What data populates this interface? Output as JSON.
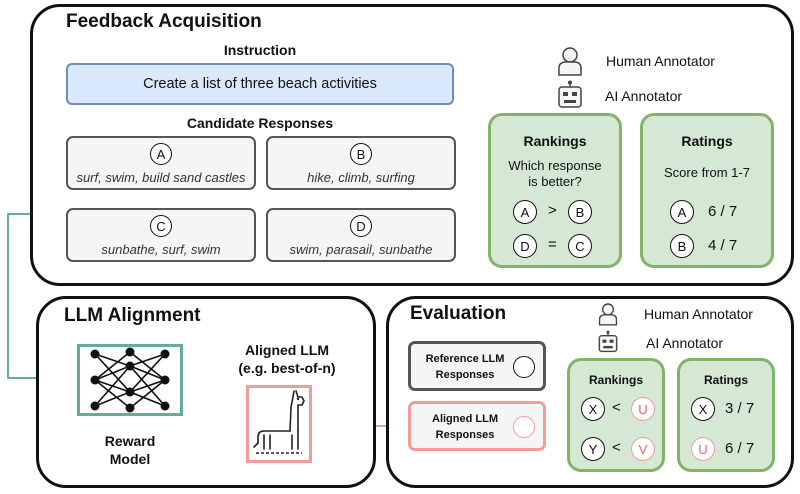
{
  "feedback": {
    "title": "Feedback Acquisition",
    "instruction_heading": "Instruction",
    "instruction_text": "Create a list of three beach activities",
    "candidates_heading": "Candidate Responses",
    "candidates": [
      {
        "letter": "A",
        "text": "surf, swim, build sand castles"
      },
      {
        "letter": "B",
        "text": "hike, climb, surfing"
      },
      {
        "letter": "C",
        "text": "sunbathe, surf, swim"
      },
      {
        "letter": "D",
        "text": "swim, parasail, sunbathe"
      }
    ],
    "human_annotator": "Human Annotator",
    "ai_annotator": "AI Annotator",
    "rankings": {
      "title": "Rankings",
      "question_line1": "Which response",
      "question_line2": "is better?",
      "row1": {
        "left": "A",
        "op": ">",
        "right": "B"
      },
      "row2": {
        "left": "D",
        "op": "=",
        "right": "C"
      }
    },
    "ratings": {
      "title": "Ratings",
      "subtitle": "Score from 1-7",
      "row1": {
        "letter": "A",
        "score": "6 / 7"
      },
      "row2": {
        "letter": "B",
        "score": "4 / 7"
      }
    }
  },
  "alignment": {
    "title": "LLM Alignment",
    "reward_model_line1": "Reward",
    "reward_model_line2": "Model",
    "aligned_llm_line1": "Aligned LLM",
    "aligned_llm_line2": "(e.g. best-of-n)"
  },
  "evaluation": {
    "title": "Evaluation",
    "human_annotator": "Human Annotator",
    "ai_annotator": "AI Annotator",
    "reference_line1": "Reference LLM",
    "reference_line2": "Responses",
    "aligned_line1": "Aligned LLM",
    "aligned_line2": "Responses",
    "rankings": {
      "title": "Rankings",
      "row1": {
        "left": "X",
        "op": "<",
        "right": "U"
      },
      "row2": {
        "left": "Y",
        "op": "<",
        "right": "V"
      }
    },
    "ratings": {
      "title": "Ratings",
      "row1": {
        "letter": "X",
        "score": "3 / 7"
      },
      "row2": {
        "letter": "U",
        "score": "6 / 7"
      }
    }
  },
  "colors": {
    "instruction_fill": "#dae8fc",
    "instruction_border": "#6c8ebf",
    "green_border": "#82b366",
    "green_fill": "#d5e8d4",
    "teal": "#67ab9f",
    "red_border": "#ea6b66",
    "red_fill": "#f8cecc"
  }
}
